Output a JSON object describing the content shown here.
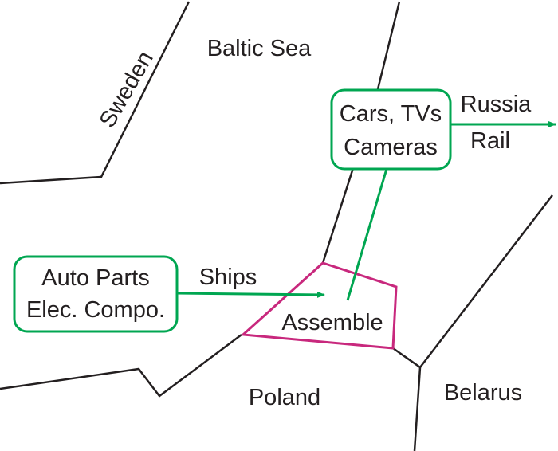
{
  "colors": {
    "route": "#00a651",
    "assembly_zone": "#c8287d",
    "border": "#231f20",
    "text": "#231f20",
    "background": "#ffffff"
  },
  "regions": {
    "sweden": "Sweden",
    "baltic_sea": "Baltic Sea",
    "poland": "Poland",
    "belarus": "Belarus"
  },
  "export_box": {
    "line1": "Cars, TVs",
    "line2": "Cameras"
  },
  "import_box": {
    "line1": "Auto Parts",
    "line2": "Elec. Compo."
  },
  "routes": {
    "russia": "Russia",
    "rail": "Rail",
    "ships": "Ships"
  },
  "assembly": {
    "label": "Assemble"
  }
}
